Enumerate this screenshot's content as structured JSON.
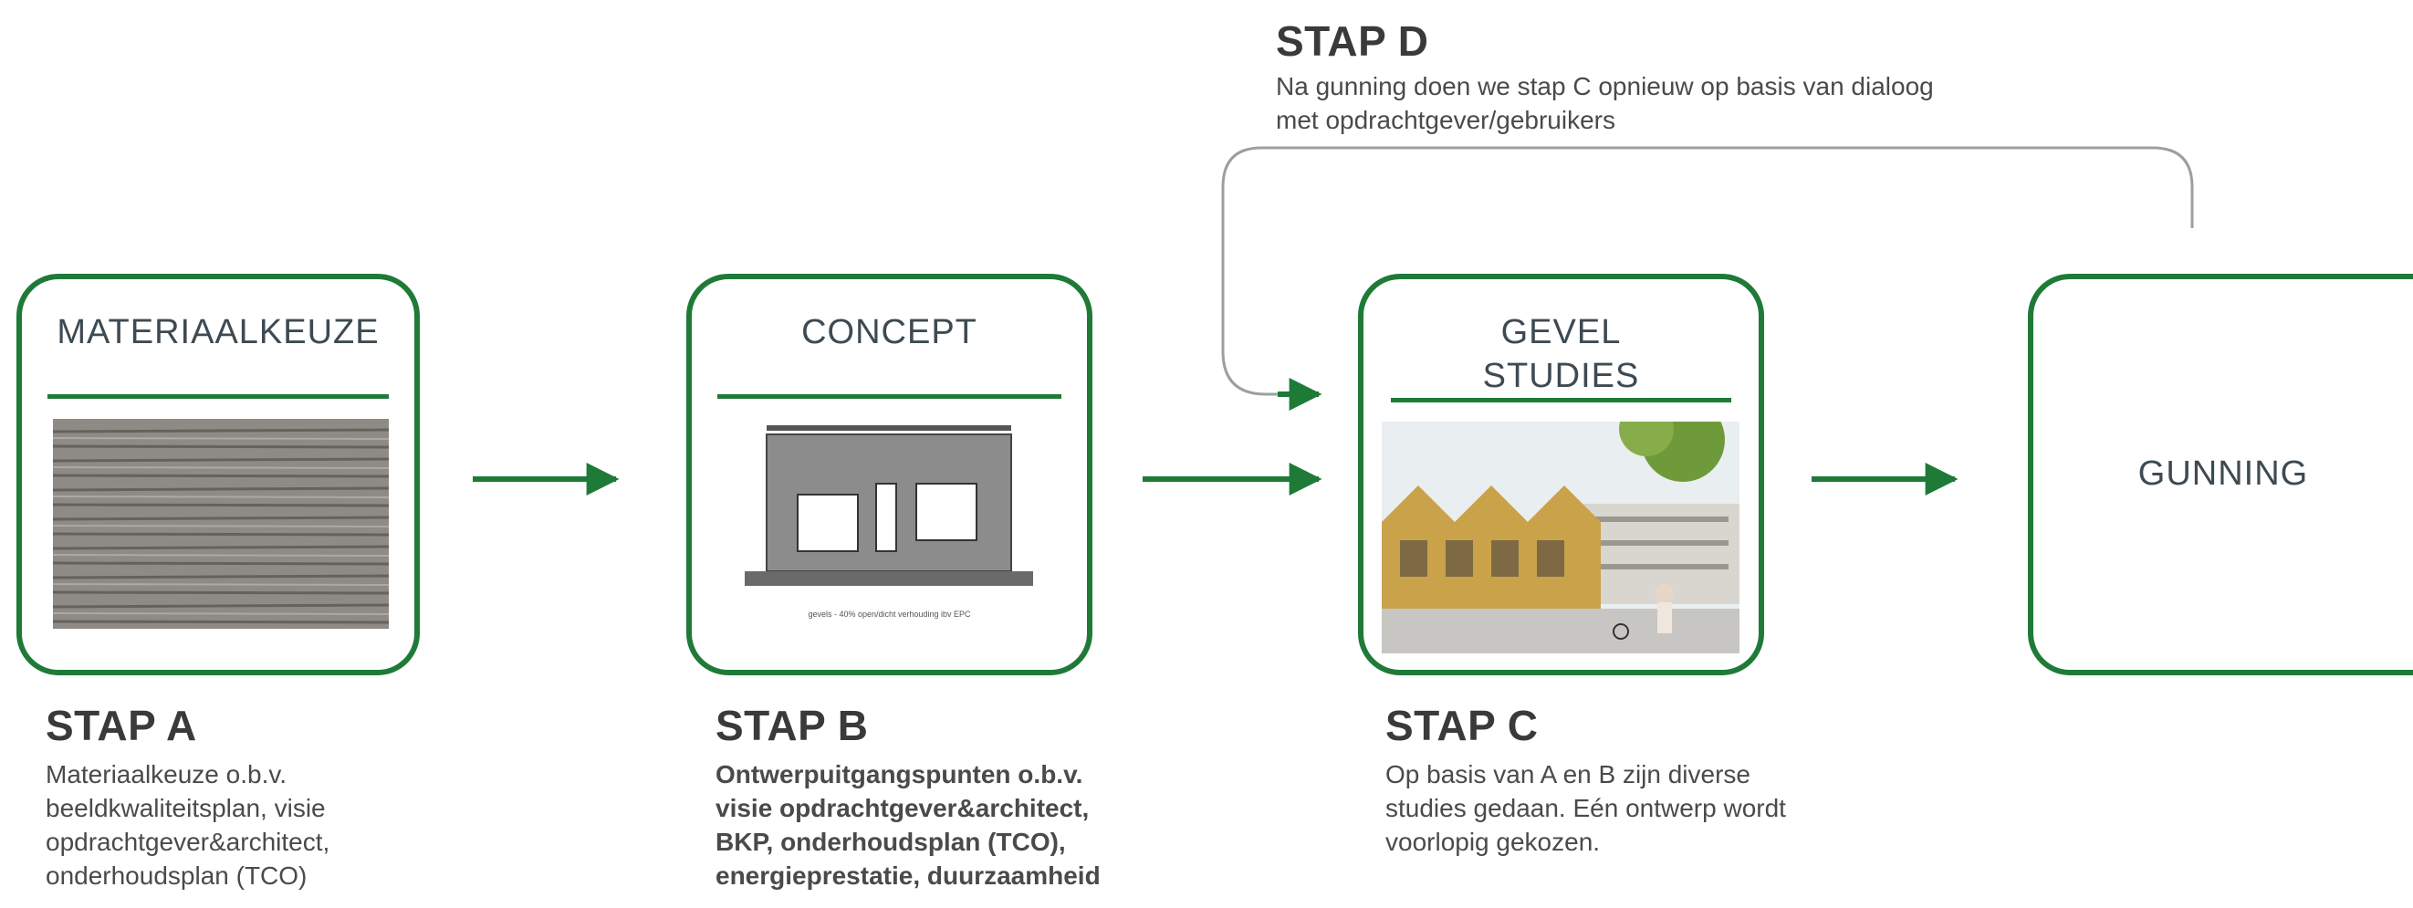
{
  "colors": {
    "accent": "#1f7a38",
    "text": "#4a4a4a"
  },
  "stap_d": {
    "heading": "STAP D",
    "lines": [
      "Na gunning doen we stap C opnieuw op basis van dialoog",
      "met opdrachtgever/gebruikers"
    ]
  },
  "boxes": {
    "a": {
      "title": "MATERIAALKEUZE",
      "image": "brick-texture-image"
    },
    "b": {
      "title": "CONCEPT",
      "image": "facade-concept-drawing",
      "caption": "gevels - 40% open/dicht verhouding ibv EPC"
    },
    "c": {
      "title_line1": "GEVEL",
      "title_line2": "STUDIES",
      "image": "facade-rendering-photo"
    },
    "d": {
      "title": "GUNNING"
    }
  },
  "steps": {
    "a": {
      "heading": "STAP A",
      "lines": [
        "Materiaalkeuze o.b.v.",
        "beeldkwaliteitsplan, visie",
        "opdrachtgever&architect,",
        "onderhoudsplan (TCO)"
      ]
    },
    "b": {
      "heading": "STAP B",
      "lines": [
        "Ontwerpuitgangspunten o.b.v.",
        "visie opdrachtgever&architect,",
        "BKP, onderhoudsplan (TCO),",
        "energieprestatie, duurzaamheid"
      ]
    },
    "c": {
      "heading": "STAP C",
      "lines": [
        "Op basis van A en B zijn diverse",
        "studies gedaan. Eén ontwerp wordt",
        "voorlopig gekozen."
      ]
    }
  }
}
